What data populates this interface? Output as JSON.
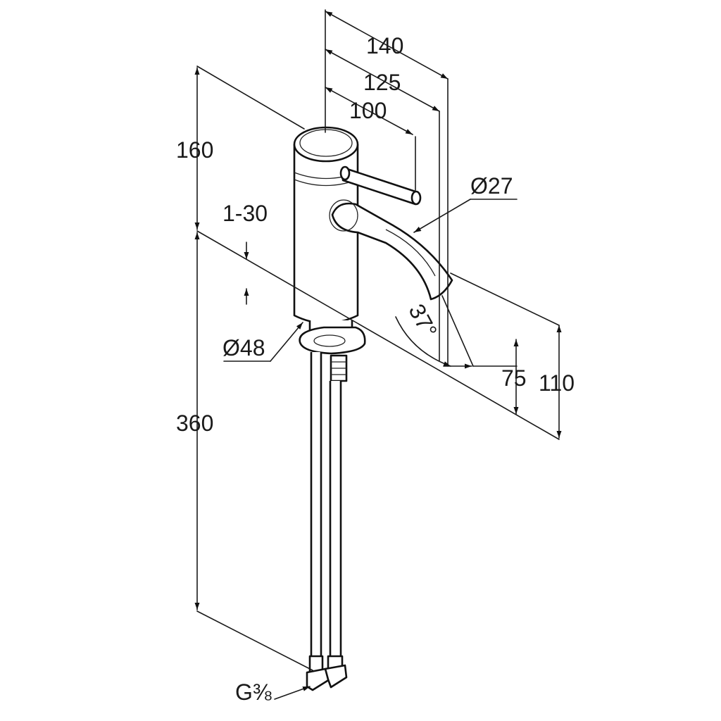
{
  "dimensions": {
    "d140": "140",
    "d125": "125",
    "d100": "100",
    "d160": "160",
    "d1_30": "1-30",
    "d_spout": "Ø27",
    "d_base": "Ø48",
    "d360": "360",
    "angle": "37°",
    "d75": "75",
    "d110": "110",
    "thread": "G⅜"
  }
}
